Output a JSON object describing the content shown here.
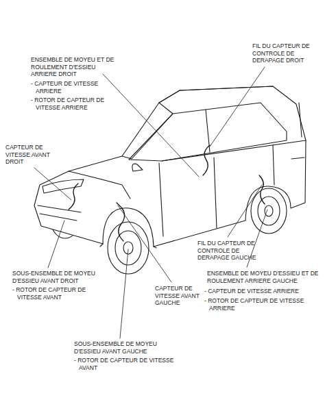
{
  "diagram": {
    "labels": [
      "ENSEMBLE DE MOYEU ET DE ROULEMENT D'ESSIEU ARRIERE DROIT",
      "- CAPTEUR DE VITESSE ARRIERE",
      "- ROTOR DE CAPTEUR DE VITESSE ARRIERE",
      "FIL DU CAPTEUR DE CONTROLE DE DERAPAGE DROIT",
      "CAPTEUR DE VITESSE AVANT DROIT",
      "FIL DU CAPTEUR DE CONTROLE DE DERAPAGE GAUCHE",
      "SOUS-ENSEMBLE DE MOYEU D'ESSIEU AVANT DROIT",
      "- ROTOR DE CAPTEUR DE VITESSE AVANT",
      "CAPTEUR DE VITESSE AVANT GAUCHE",
      "ENSEMBLE DE MOYEU D'ESSIEU ET DE ROULEMENT ARRIERE GAUCHE",
      "- CAPTEUR DE VITESSE ARRIERE",
      "- ROTOR DE CAPTEUR DE VITESSE ARRIERE",
      "SOUS-ENSEMBLE DE MOYEU D'ESSIEU AVANT GAUCHE",
      "- ROTOR DE CAPTEUR DE VITESSE AVANT"
    ]
  }
}
